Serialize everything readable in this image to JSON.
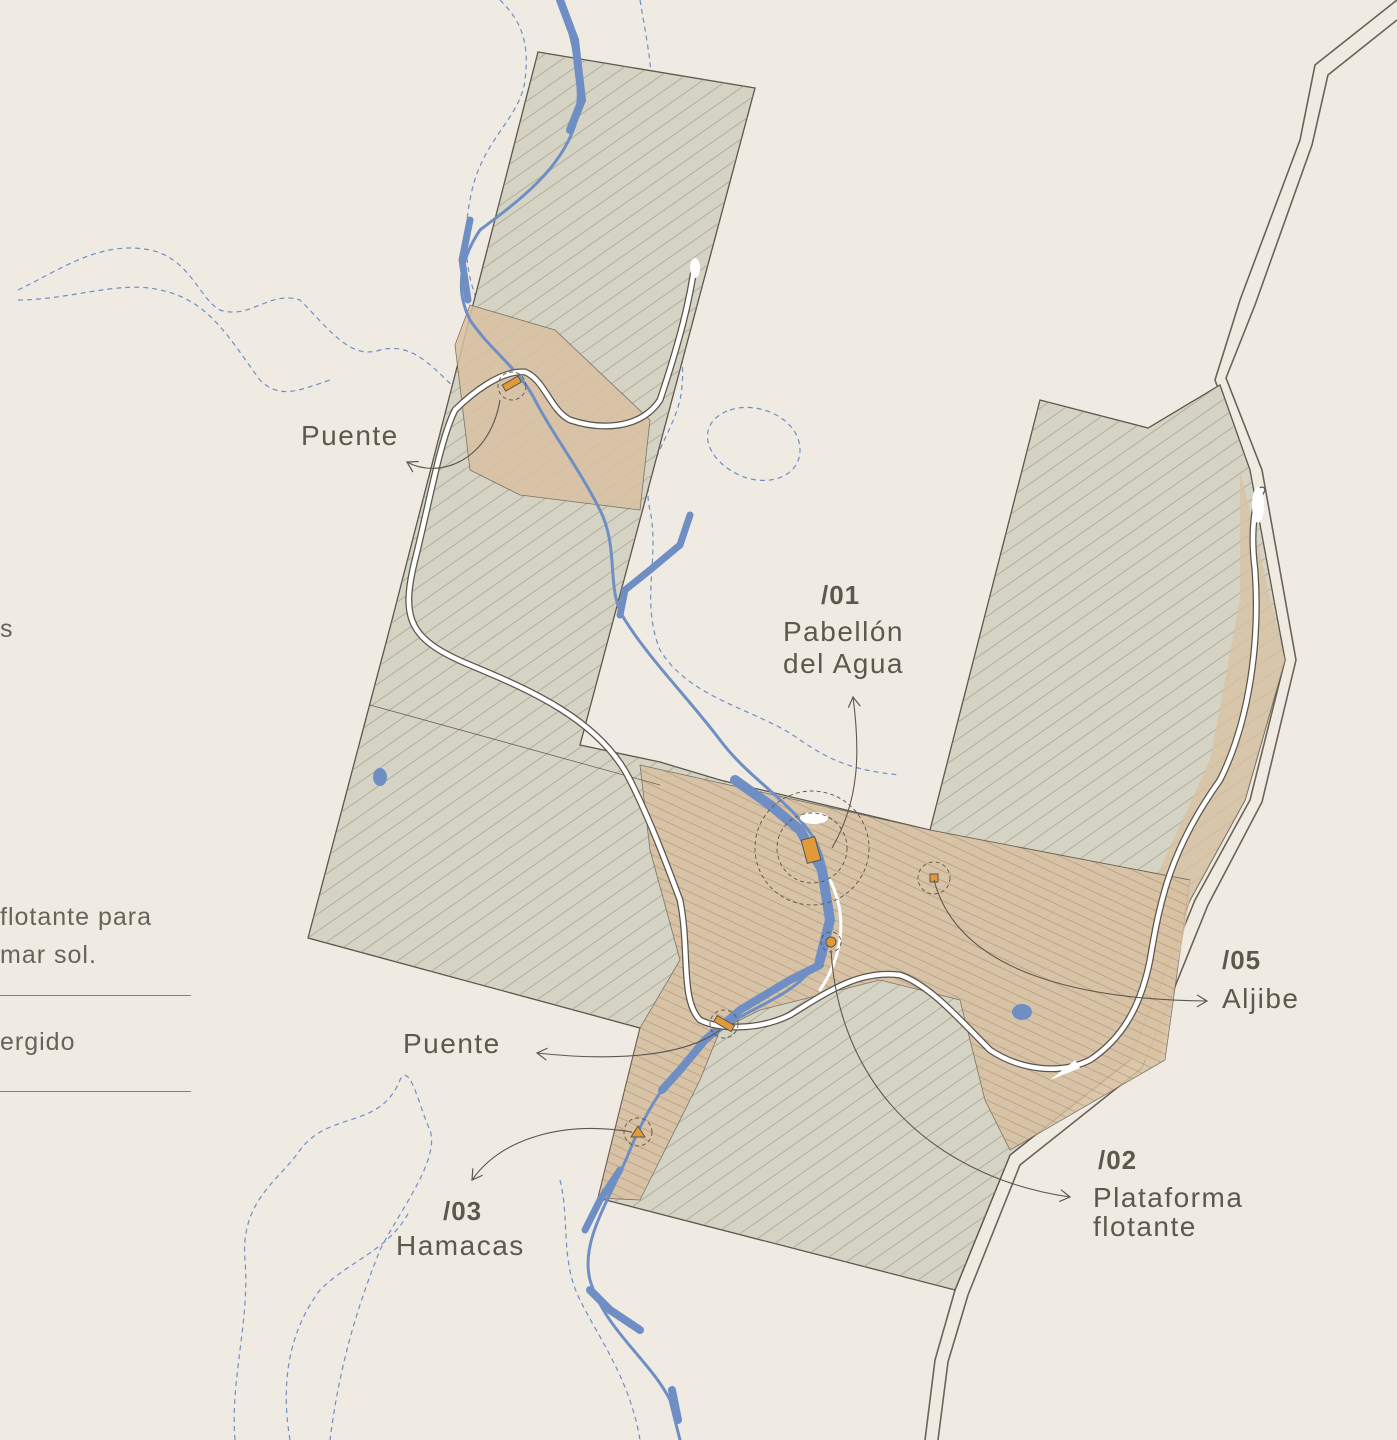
{
  "colors": {
    "background": "#efebe3",
    "terrain": "#d3d2c2",
    "intervention_zone": "#d9c1a2",
    "water": "#6f8fc4",
    "outline": "#5c554b",
    "path": "#ffffff",
    "marker": "#e09a3a"
  },
  "labels": {
    "puente_north": "Puente",
    "puente_south": "Puente",
    "p01": {
      "number": "/01",
      "line1": "Pabellón",
      "line2": "del Agua"
    },
    "p02": {
      "number": "/02",
      "line1": "Plataforma",
      "line2": "flotante"
    },
    "p03": {
      "number": "/03",
      "line1": "Hamacas"
    },
    "p05": {
      "number": "/05",
      "line1": "Aljibe"
    }
  },
  "legend_fragments": {
    "frag1": "s",
    "frag2_line1": "flotante para",
    "frag2_line2": "mar sol.",
    "frag3": "ergido"
  }
}
